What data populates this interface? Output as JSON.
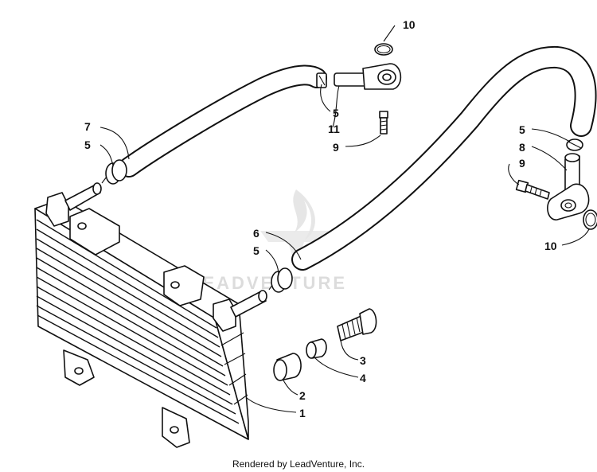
{
  "watermark": {
    "text": "LEADVENTURE"
  },
  "footer": {
    "text": "Rendered by LeadVenture, Inc."
  },
  "callouts": [
    {
      "id": "c10a",
      "label": "10"
    },
    {
      "id": "c5a",
      "label": "5"
    },
    {
      "id": "c11",
      "label": "11"
    },
    {
      "id": "c9a",
      "label": "9"
    },
    {
      "id": "c7",
      "label": "7"
    },
    {
      "id": "c5b",
      "label": "5"
    },
    {
      "id": "c5c",
      "label": "5"
    },
    {
      "id": "c8",
      "label": "8"
    },
    {
      "id": "c9b",
      "label": "9"
    },
    {
      "id": "c10b",
      "label": "10"
    },
    {
      "id": "c6",
      "label": "6"
    },
    {
      "id": "c5d",
      "label": "5"
    },
    {
      "id": "c3",
      "label": "3"
    },
    {
      "id": "c4",
      "label": "4"
    },
    {
      "id": "c2",
      "label": "2"
    },
    {
      "id": "c1",
      "label": "1"
    }
  ]
}
